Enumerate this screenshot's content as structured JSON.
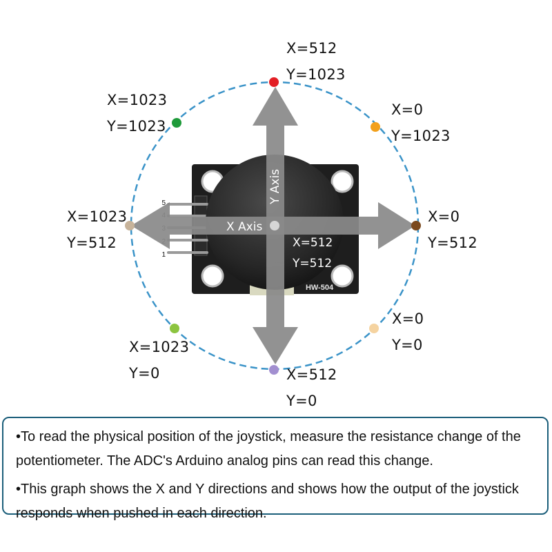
{
  "colors": {
    "circle": "#3a93c8",
    "arrow": "#8a8a8a",
    "board": "#1e1e1e",
    "knob": "#2a2a2a",
    "frame": "#1b5e7a"
  },
  "diagram": {
    "axis_labels": {
      "x": "X Axis",
      "y": "Y Axis"
    },
    "board_label": "HW-504",
    "pins": [
      "5",
      "4",
      "3",
      "2",
      "1"
    ],
    "center": {
      "x": "X=512",
      "y": "Y=512"
    },
    "points": [
      {
        "name": "top",
        "color": "#e31e24",
        "x": "X=512",
        "y": "Y=1023"
      },
      {
        "name": "top-left",
        "color": "#1e9a3a",
        "x": "X=1023",
        "y": "Y=1023"
      },
      {
        "name": "top-right",
        "color": "#f2a01c",
        "x": "X=0",
        "y": "Y=1023"
      },
      {
        "name": "left",
        "color": "#c7b39a",
        "x": "X=1023",
        "y": "Y=512"
      },
      {
        "name": "right",
        "color": "#7b4a1e",
        "x": "X=0",
        "y": "Y=512"
      },
      {
        "name": "bottom-left",
        "color": "#8cc43f",
        "x": "X=1023",
        "y": "Y=0"
      },
      {
        "name": "bottom-right",
        "color": "#f5d3a0",
        "x": "X=0",
        "y": "Y=0"
      },
      {
        "name": "bottom",
        "color": "#a28fd0",
        "x": "X=512",
        "y": "Y=0"
      }
    ]
  },
  "note": {
    "line1": "•To read the physical position of the joystick, measure the resistance change of the potentiometer. The ADC's Arduino analog pins can read this change.",
    "line2": "•This graph shows the X and Y directions and shows how the output of the joystick responds when pushed in each direction."
  }
}
